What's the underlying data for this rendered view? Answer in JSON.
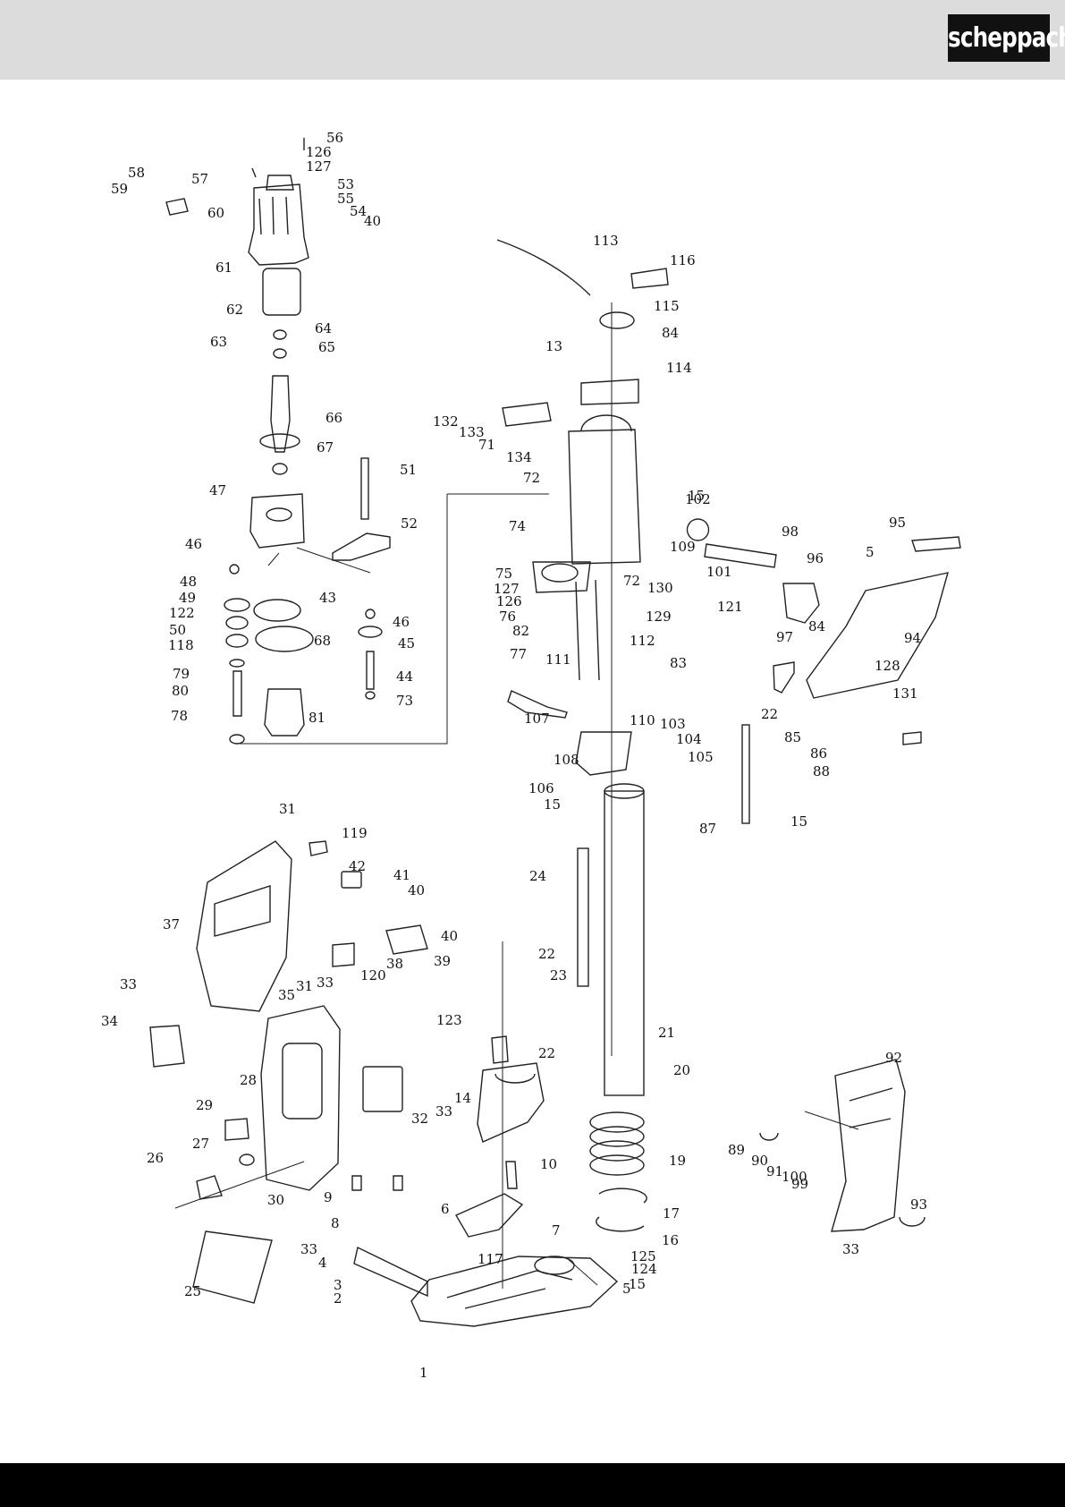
{
  "brand": {
    "logo_text": "scheppach"
  },
  "colors": {
    "header_bg": "#dcdcdc",
    "footer_bg": "#000000",
    "logo_bg": "#111111"
  },
  "part_labels": [
    "1",
    "2",
    "3",
    "4",
    "5",
    "5",
    "6",
    "7",
    "8",
    "9",
    "10",
    "13",
    "14",
    "15",
    "15",
    "15",
    "15",
    "16",
    "17",
    "19",
    "20",
    "21",
    "22",
    "22",
    "22",
    "23",
    "24",
    "25",
    "26",
    "27",
    "28",
    "29",
    "30",
    "31",
    "31",
    "32",
    "33",
    "33",
    "33",
    "33",
    "33",
    "34",
    "35",
    "37",
    "38",
    "39",
    "40",
    "40",
    "40",
    "41",
    "42",
    "43",
    "44",
    "45",
    "46",
    "46",
    "47",
    "48",
    "49",
    "50",
    "51",
    "52",
    "53",
    "54",
    "55",
    "56",
    "57",
    "58",
    "59",
    "60",
    "61",
    "62",
    "63",
    "64",
    "65",
    "66",
    "67",
    "68",
    "71",
    "72",
    "72",
    "73",
    "74",
    "75",
    "76",
    "77",
    "78",
    "79",
    "80",
    "81",
    "82",
    "83",
    "84",
    "84",
    "85",
    "86",
    "87",
    "88",
    "89",
    "90",
    "91",
    "92",
    "93",
    "94",
    "95",
    "96",
    "97",
    "98",
    "99",
    "100",
    "101",
    "102",
    "103",
    "104",
    "105",
    "106",
    "107",
    "108",
    "109",
    "110",
    "111",
    "112",
    "113",
    "114",
    "115",
    "116",
    "117",
    "118",
    "119",
    "120",
    "121",
    "122",
    "123",
    "124",
    "125",
    "126",
    "126",
    "127",
    "127",
    "128",
    "129",
    "130",
    "131",
    "132",
    "133",
    "134"
  ]
}
